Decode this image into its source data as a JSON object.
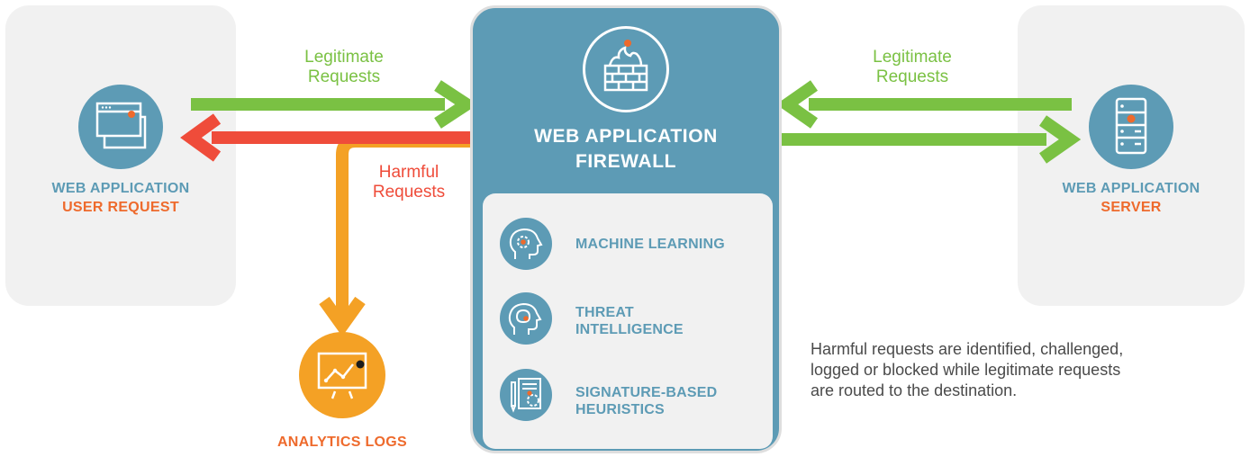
{
  "colors": {
    "blue": "#5d9bb5",
    "orange_accent": "#ee6a2c",
    "green_arrow": "#7ac143",
    "red_arrow": "#ef4c3a",
    "orange_arrow": "#f4a125",
    "panel_gray": "#f1f1f1"
  },
  "client": {
    "line1": "WEB APPLICATION",
    "line2": "USER REQUEST",
    "icon": "browser-window-icon"
  },
  "server": {
    "line1": "WEB APPLICATION",
    "line2": "SERVER",
    "icon": "server-rack-icon"
  },
  "arrows": {
    "left_legit_line1": "Legitimate",
    "left_legit_line2": "Requests",
    "right_legit_line1": "Legitimate",
    "right_legit_line2": "Requests",
    "harmful_line1": "Harmful",
    "harmful_line2": "Requests"
  },
  "analytics": {
    "label": "ANALYTICS LOGS",
    "icon": "presentation-chart-icon"
  },
  "waf": {
    "title_line1": "WEB APPLICATION",
    "title_line2": "FIREWALL",
    "icon": "firewall-icon",
    "features": [
      {
        "line1": "MACHINE LEARNING",
        "line2": "",
        "icon": "brain-gear-icon"
      },
      {
        "line1": "THREAT",
        "line2": "INTELLIGENCE",
        "icon": "head-brain-icon"
      },
      {
        "line1": "SIGNATURE-BASED",
        "line2": "HEURISTICS",
        "icon": "document-certificate-icon"
      }
    ]
  },
  "note": "Harmful requests are identified, challenged, logged or blocked while legitimate requests are routed to the destination."
}
